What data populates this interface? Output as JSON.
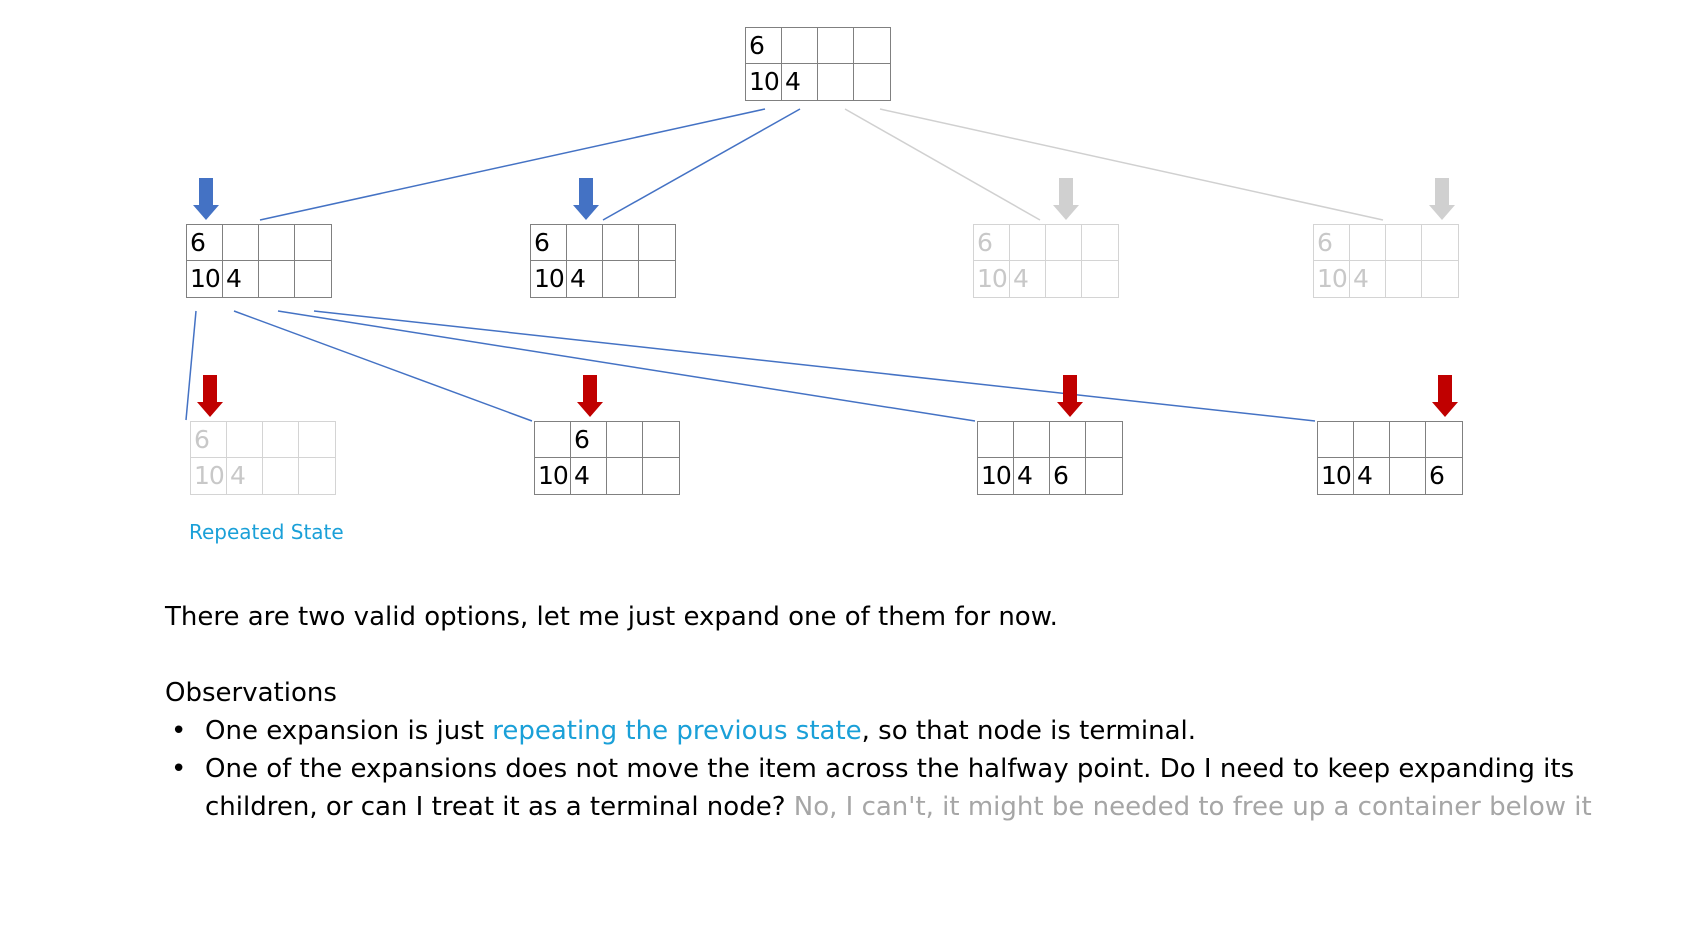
{
  "colors": {
    "edge": "#4472c4",
    "edge_faded": "#d0d0d0",
    "arrow_blue": "#4472c4",
    "arrow_red": "#c00000",
    "arrow_gray": "#d0d0d0",
    "highlight": "#1aa0d8",
    "muted_text": "#a6a6a6"
  },
  "nodes": [
    {
      "id": "root",
      "faded": false,
      "cells": [
        "6",
        "",
        "",
        "",
        "10",
        "4",
        "",
        ""
      ]
    },
    {
      "id": "l1-a",
      "faded": false,
      "cells": [
        "6",
        "",
        "",
        "",
        "10",
        "4",
        "",
        ""
      ]
    },
    {
      "id": "l1-b",
      "faded": false,
      "cells": [
        "6",
        "",
        "",
        "",
        "10",
        "4",
        "",
        ""
      ]
    },
    {
      "id": "l1-c",
      "faded": true,
      "cells": [
        "6",
        "",
        "",
        "",
        "10",
        "4",
        "",
        ""
      ]
    },
    {
      "id": "l1-d",
      "faded": true,
      "cells": [
        "6",
        "",
        "",
        "",
        "10",
        "4",
        "",
        ""
      ]
    },
    {
      "id": "l2-a",
      "faded": true,
      "cells": [
        "6",
        "",
        "",
        "",
        "10",
        "4",
        "",
        ""
      ]
    },
    {
      "id": "l2-b",
      "faded": false,
      "cells": [
        "",
        "6",
        "",
        "",
        "10",
        "4",
        "",
        ""
      ]
    },
    {
      "id": "l2-c",
      "faded": false,
      "cells": [
        "",
        "",
        "",
        "",
        "10",
        "4",
        "6",
        ""
      ]
    },
    {
      "id": "l2-d",
      "faded": false,
      "cells": [
        "",
        "",
        "",
        "",
        "10",
        "4",
        "",
        "6"
      ]
    }
  ],
  "repeated_caption": "Repeated State",
  "intro": "There are two valid options, let me just expand one of them for now.",
  "observations_title": "Observations",
  "bullet1": {
    "pre": "One expansion is just ",
    "highlight": "repeating the previous state",
    "post": ", so that node is terminal."
  },
  "bullet2": {
    "main": "One of the expansions does not move the item across the halfway point. Do I need to keep expanding its children, or can I treat it as a terminal node? ",
    "muted": "No, I can't, it might be needed to free up a container below it"
  }
}
